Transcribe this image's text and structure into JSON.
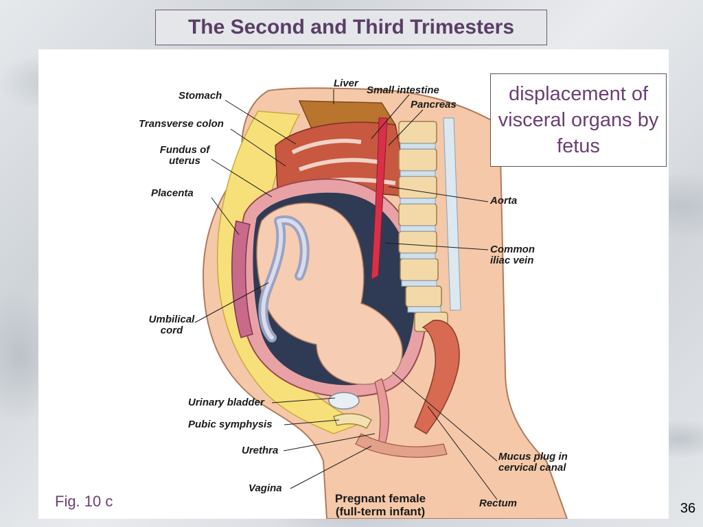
{
  "slide": {
    "title": "The Second and Third Trimesters",
    "note": "displacement of visceral organs by fetus",
    "caption": "Fig. 10 c",
    "page_number": "36"
  },
  "diagram": {
    "labels": {
      "liver": "Liver",
      "stomach": "Stomach",
      "small_intestine": "Small intestine",
      "pancreas": "Pancreas",
      "transverse_colon": "Transverse colon",
      "fundus_line1": "Fundus of",
      "fundus_line2": "uterus",
      "placenta": "Placenta",
      "aorta": "Aorta",
      "iliac_line1": "Common",
      "iliac_line2": "iliac vein",
      "umbilical_line1": "Umbilical",
      "umbilical_line2": "cord",
      "urinary_bladder": "Urinary bladder",
      "pubic_symphysis": "Pubic symphysis",
      "urethra": "Urethra",
      "vagina": "Vagina",
      "mucus_line1": "Mucus plug in",
      "mucus_line2": "cervical canal",
      "rectum": "Rectum",
      "figure_line1": "Pregnant female",
      "figure_line2": "(full-term infant)"
    }
  }
}
